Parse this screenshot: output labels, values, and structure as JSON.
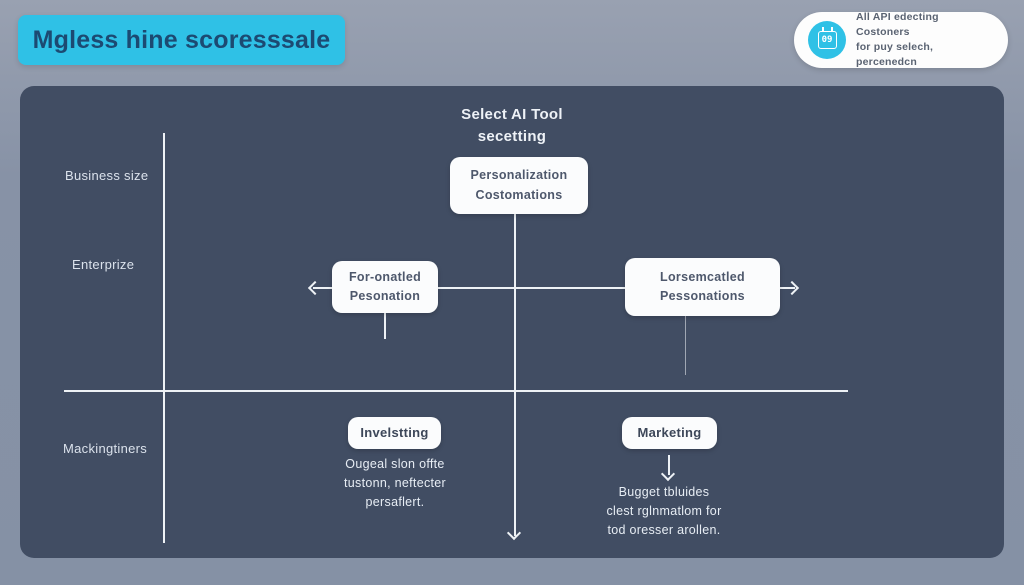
{
  "header": {
    "title": "Mgless hine scoresssale",
    "badge": {
      "icon": "calendar-icon",
      "icon_glyph": "09",
      "line1": "All API edecting Costoners",
      "line2": "for puy selech, percenedcn"
    }
  },
  "diagram": {
    "title_line1": "Select AI Tool",
    "title_line2": "secetting",
    "axis_labels": {
      "top_left": "Business size",
      "mid_left": "Enterprize",
      "bottom_left": "Mackingtiners"
    },
    "nodes": {
      "top": {
        "line1": "Personalization",
        "line2": "Costomations"
      },
      "left": {
        "line1": "For-onatled",
        "line2": "Pesonation"
      },
      "right": {
        "line1": "Lorsemcatled",
        "line2": "Pessonations"
      },
      "bottom_left": {
        "label": "Invelstting",
        "caption": "Ougeal slon offte tustonn, neftecter persaflert."
      },
      "bottom_right": {
        "label": "Marketing",
        "caption": "Bugget tbluides clest rglnmatlom for tod oresser arollen."
      }
    },
    "colors": {
      "accent_cyan": "#2fc1e6",
      "panel_dark": "#414d63",
      "background": "#8792a6",
      "header_text": "#1c4a72",
      "line_white": "#eef2f6"
    }
  }
}
